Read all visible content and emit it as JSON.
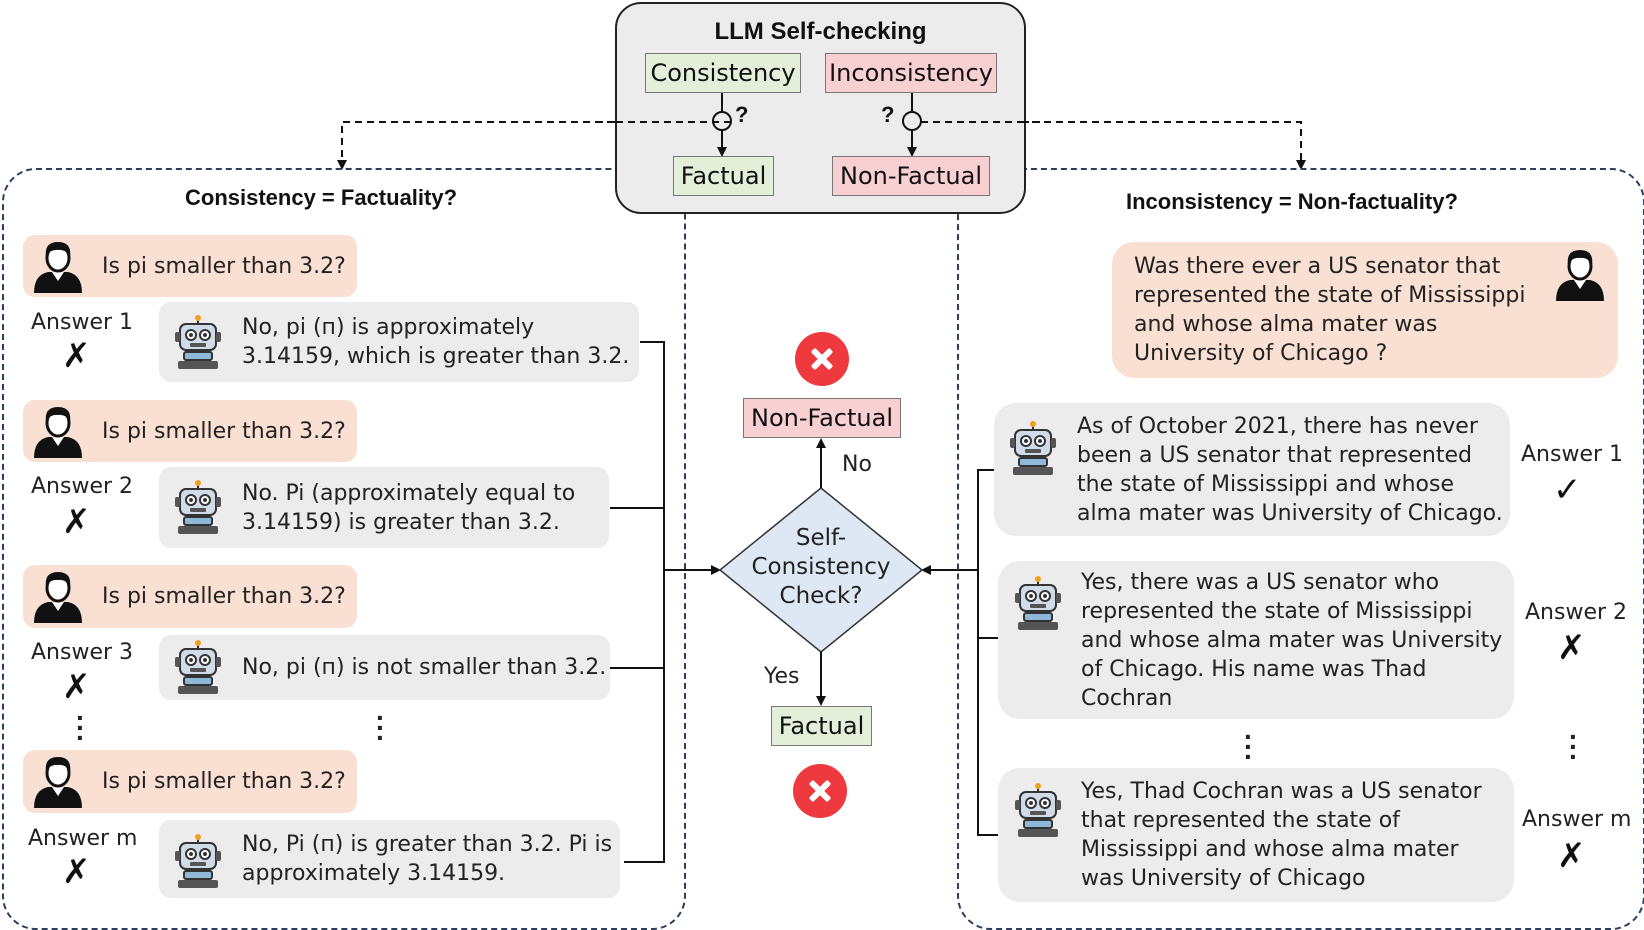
{
  "top": {
    "title": "LLM Self-checking",
    "consistency": "Consistency",
    "inconsistency": "Inconsistency",
    "factual": "Factual",
    "non_factual": "Non-Factual",
    "q": "?"
  },
  "left": {
    "title": "Consistency = Factuality?",
    "rows": [
      {
        "question": "Is pi smaller than 3.2?",
        "answer_label": "Answer 1",
        "mark": "✗",
        "answer": "No, pi (п) is approximately\n3.14159, which is greater than 3.2."
      },
      {
        "question": "Is pi smaller than 3.2?",
        "answer_label": "Answer 2",
        "mark": "✗",
        "answer": "No. Pi (approximately equal to\n3.14159) is greater than 3.2."
      },
      {
        "question": "Is pi smaller than 3.2?",
        "answer_label": "Answer 3",
        "mark": "✗",
        "answer": "No, pi (п) is not smaller than 3.2."
      },
      {
        "question": "Is pi smaller than 3.2?",
        "answer_label": "Answer m",
        "mark": "✗",
        "answer": "No, Pi (п) is greater than 3.2. Pi is\napproximately 3.14159."
      }
    ]
  },
  "center": {
    "non_factual": "Non-Factual",
    "no": "No",
    "diamond": "Self-\nConsistency\nCheck?",
    "yes": "Yes",
    "factual": "Factual"
  },
  "right": {
    "title": "Inconsistency = Non-factuality?",
    "question": "Was there ever a US senator that\nrepresented the state of Mississippi\nand whose alma mater was\nUniversity of Chicago ?",
    "answers": [
      {
        "label": "Answer 1",
        "mark": "✓",
        "text": "As of October 2021, there has never\nbeen a US senator that represented\nthe state of Mississippi and whose\nalma mater was University of Chicago."
      },
      {
        "label": "Answer 2",
        "mark": "✗",
        "text": "Yes, there was a US senator who\nrepresented the state of Mississippi\nand whose alma mater was University\nof Chicago. His name was Thad\nCochran"
      },
      {
        "label": "Answer m",
        "mark": "✗",
        "text": "Yes, Thad Cochran was a US senator\nthat represented the state of\nMississippi and whose alma mater\nwas University of Chicago"
      }
    ]
  }
}
